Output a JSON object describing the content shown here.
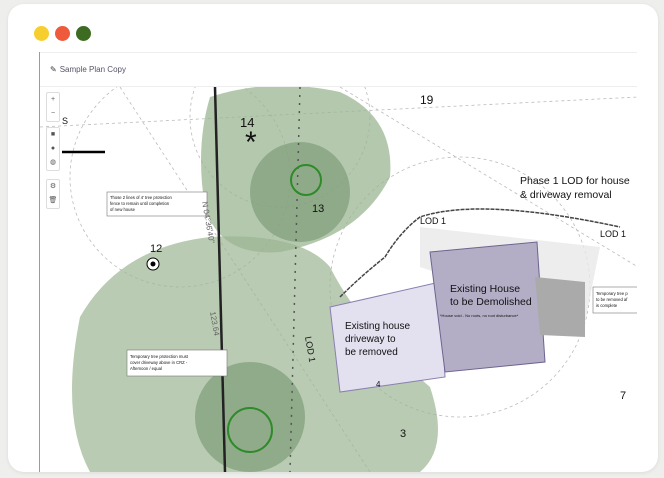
{
  "window": {
    "dots": [
      "#f6cf2f",
      "#f05a3c",
      "#3e6b22"
    ]
  },
  "header": {
    "title": "Sample Plan Copy",
    "icon": "pencil-icon"
  },
  "toolbar": {
    "zoom_in": "+",
    "zoom_out": "−",
    "square": "■",
    "circle": "●",
    "globe": "◍",
    "settings": "⚙",
    "trash": "🗑"
  },
  "map": {
    "labels": {
      "tree14": "14",
      "tree19": "19",
      "tree12": "12",
      "tree13": "13",
      "tree7": "7",
      "tree3": "3",
      "tree4": "4",
      "north": "S",
      "lod1a": "LOD 1",
      "lod1b": "LOD 1",
      "lod1c": "LOD 1",
      "phase1": [
        "Phase 1 LOD for house",
        "& driveway removal"
      ],
      "house": [
        "Existing House",
        "to be Demolished"
      ],
      "house_note": "*House void - No roots, no root disturbance*",
      "driveway": [
        "Existing house",
        "driveway to",
        "be removed"
      ],
      "note1": [
        "Those 2 lines of 4' tree protection",
        "fence to remain until completion",
        "of new house"
      ],
      "note2": [
        "Temporary tree protection must",
        "cover driveway above in CRZ -",
        "Afternoon / equal"
      ],
      "note3": [
        "Temporary tree p",
        "to be removed af",
        "is complete"
      ],
      "elev1": "123.64",
      "elev2": "N 04°36'40\""
    },
    "colors": {
      "tpz": "#9bb592",
      "tpz_dark": "#7f9c77",
      "house": "#b3aec6",
      "driveway": "#e3e0ef",
      "tree": "#2f8a2a"
    }
  }
}
